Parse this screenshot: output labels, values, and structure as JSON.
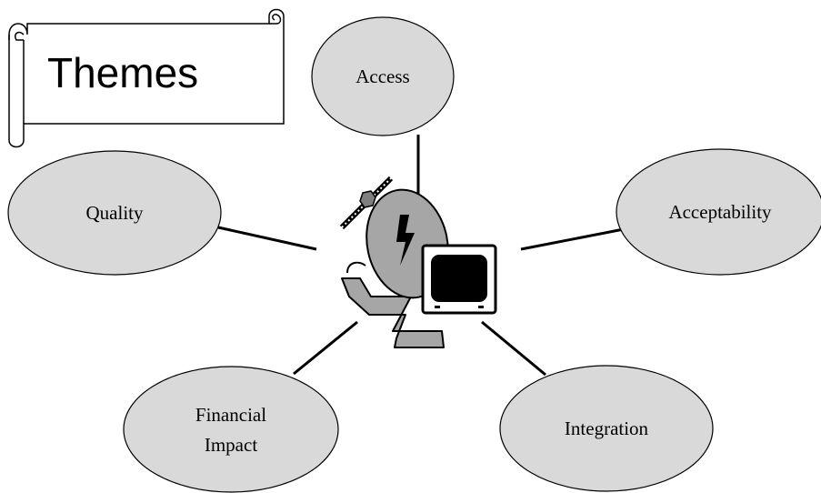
{
  "title": "Themes",
  "colors": {
    "ellipse_fill": "#d9d9d9",
    "ellipse_stroke": "#000000",
    "icon_gray": "#a6a6a6",
    "line": "#000000"
  },
  "nodes": [
    {
      "id": "access",
      "lines": [
        "Access"
      ]
    },
    {
      "id": "quality",
      "lines": [
        "Quality"
      ]
    },
    {
      "id": "acceptability",
      "lines": [
        "Acceptability"
      ]
    },
    {
      "id": "financial-impact",
      "lines": [
        "Financial",
        "Impact"
      ]
    },
    {
      "id": "integration",
      "lines": [
        "Integration"
      ]
    }
  ],
  "center_icon": "telemedicine-satellite-dish-computer-icon"
}
